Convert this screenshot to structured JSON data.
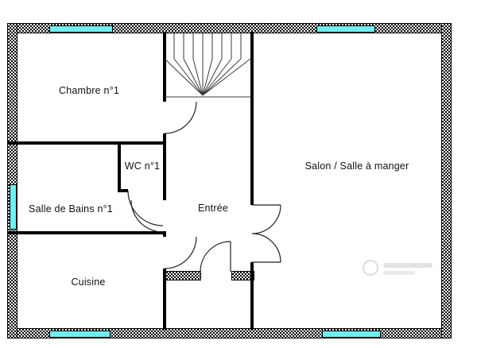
{
  "rooms": [
    {
      "id": "chambre",
      "label": "Chambre n°1"
    },
    {
      "id": "wc",
      "label": "WC n°1"
    },
    {
      "id": "salle_de_bains",
      "label": "Salle de Bains n°1"
    },
    {
      "id": "entree",
      "label": "Entrée"
    },
    {
      "id": "cuisine",
      "label": "Cuisine"
    },
    {
      "id": "salon",
      "label": "Salon / Salle à manger"
    }
  ],
  "colors": {
    "background": "#ffffff",
    "wall_hatch_dark": "#000000",
    "interior_wall": "#000000",
    "window": "#6EF0F0",
    "stairs_line": "#3a3a3a",
    "door_line": "#222222",
    "watermark": "#dddddd"
  }
}
